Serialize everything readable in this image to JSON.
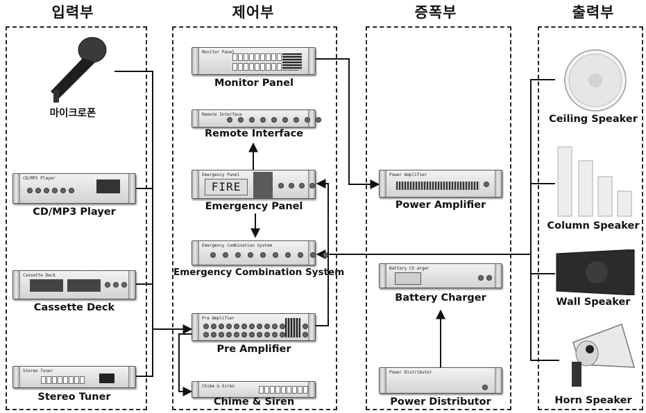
{
  "sections": {
    "input": "입력부",
    "control": "제어부",
    "amplify": "증폭부",
    "output": "출력부"
  },
  "input_devices": {
    "microphone": "마이크로폰",
    "cd_player": "CD/MP3 Player",
    "cd_panel_text": "CD/MP3 Player",
    "cassette": "Cassette Deck",
    "cassette_panel_text": "Cassette Deck",
    "tuner": "Stereo Tuner",
    "tuner_panel_text": "Stereo Tuner"
  },
  "control_devices": {
    "monitor": "Monitor Panel",
    "monitor_panel_text": "Monitor Panel",
    "remote": "Remote Interface",
    "remote_panel_text": "Remote Interface",
    "emergency": "Emergency Panel",
    "emergency_panel_text": "Emergency Panel",
    "emergency_display": "FIRE",
    "combination": "Emergency Combination System",
    "combination_panel_text": "Emergency Combination System",
    "preamp": "Pre Amplifier",
    "preamp_panel_text": "Pre Amplifier",
    "chime": "Chime & Siren",
    "chime_panel_text": "Chime & Siren"
  },
  "amplify_devices": {
    "power_amp": "Power Amplifier",
    "power_amp_panel_text": "Power Amplifier",
    "charger": "Battery Charger",
    "charger_panel_text": "Battery Ch arger",
    "distributor": "Power Distributor",
    "distributor_panel_text": "Power Distributor"
  },
  "output_devices": {
    "ceiling": "Ceiling Speaker",
    "column": "Column Speaker",
    "wall": "Wall Speaker",
    "horn": "Horn Speaker"
  },
  "colors": {
    "line": "#111111",
    "emergency_accent": "#5a5a5a",
    "rack_face": "#e2e2e2"
  }
}
